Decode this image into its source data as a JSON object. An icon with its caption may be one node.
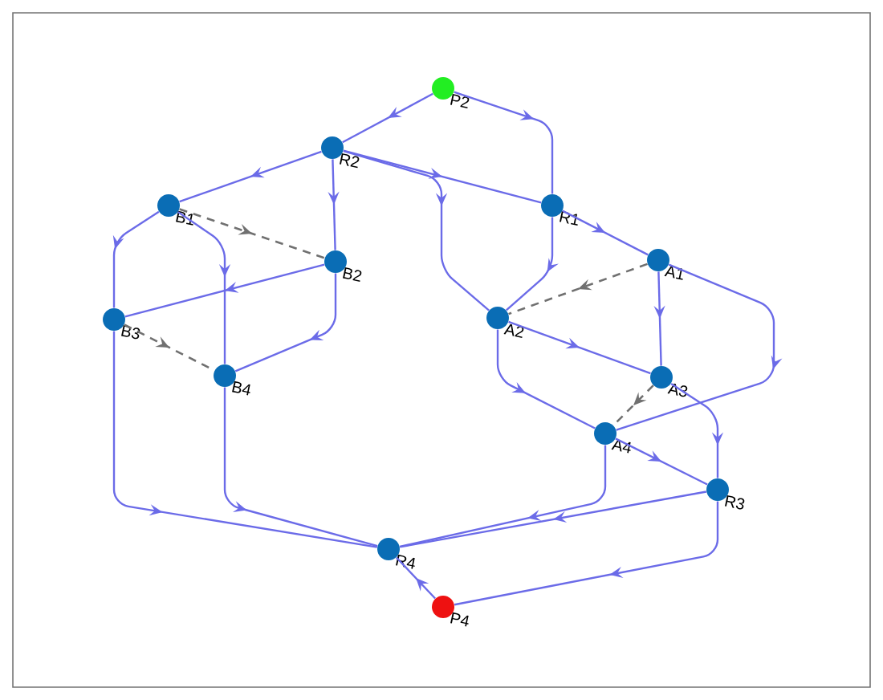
{
  "diagram": {
    "nodes": [
      {
        "text": [],
        "shape": "circle",
        "beside": [
          "P2"
        ]
      },
      {
        "text": [],
        "shape": "circle",
        "beside": [
          "R2"
        ]
      },
      {
        "text": [],
        "shape": "circle",
        "beside": [
          "R1"
        ]
      },
      {
        "text": [],
        "shape": "circle",
        "beside": [
          "B1"
        ]
      },
      {
        "text": [],
        "shape": "circle",
        "beside": [
          "B2"
        ]
      },
      {
        "text": [],
        "shape": "circle",
        "beside": [
          "A1"
        ]
      },
      {
        "text": [],
        "shape": "circle",
        "beside": [
          "B3"
        ]
      },
      {
        "text": [],
        "shape": "circle",
        "beside": [
          "A2"
        ]
      },
      {
        "text": [],
        "shape": "circle",
        "beside": [
          "B4"
        ]
      },
      {
        "text": [],
        "shape": "circle",
        "beside": [
          "A3"
        ]
      },
      {
        "text": [],
        "shape": "circle",
        "beside": [
          "A4"
        ]
      },
      {
        "text": [],
        "shape": "circle",
        "beside": [
          "R3"
        ]
      },
      {
        "text": [],
        "shape": "circle",
        "beside": [
          "R4"
        ]
      },
      {
        "text": [],
        "shape": "circle",
        "beside": [
          "P4"
        ]
      }
    ],
    "edges": [
      {
        "from": 0,
        "to": 1,
        "arrow": "to"
      },
      {
        "from": 0,
        "to": 2,
        "arrow": "to"
      },
      {
        "from": 1,
        "to": 3,
        "arrow": "to"
      },
      {
        "from": 1,
        "to": 4,
        "arrow": "to"
      },
      {
        "from": 1,
        "to": 2,
        "arrow": "to"
      },
      {
        "from": 1,
        "to": 7,
        "arrow": "to"
      },
      {
        "from": 2,
        "to": 7,
        "arrow": "to"
      },
      {
        "from": 2,
        "to": 5,
        "arrow": "to"
      },
      {
        "from": 5,
        "to": 9,
        "arrow": "to"
      },
      {
        "from": 5,
        "to": 10,
        "arrow": "to"
      },
      {
        "from": 5,
        "to": 7,
        "arrow": "to",
        "style": "dashed",
        "color": "#707070"
      },
      {
        "from": 7,
        "to": 9,
        "arrow": "to"
      },
      {
        "from": 7,
        "to": 10,
        "arrow": "to"
      },
      {
        "from": 9,
        "to": 10,
        "arrow": "to",
        "style": "dashed",
        "color": "#707070"
      },
      {
        "from": 9,
        "to": 11,
        "arrow": "to"
      },
      {
        "from": 10,
        "to": 11,
        "arrow": "to"
      },
      {
        "from": 10,
        "to": 12,
        "arrow": "to"
      },
      {
        "from": 11,
        "to": 12,
        "arrow": "to"
      },
      {
        "from": 11,
        "to": 13,
        "arrow": "to"
      },
      {
        "from": 3,
        "to": 4,
        "arrow": "to",
        "style": "dashed",
        "color": "#707070"
      },
      {
        "from": 3,
        "to": 6,
        "arrow": "to"
      },
      {
        "from": 3,
        "to": 8,
        "arrow": "to"
      },
      {
        "from": 4,
        "to": 6,
        "arrow": "to"
      },
      {
        "from": 4,
        "to": 8,
        "arrow": "to"
      },
      {
        "from": 6,
        "to": 8,
        "arrow": "to",
        "style": "dashed",
        "color": "#707070"
      },
      {
        "from": 6,
        "to": 12,
        "arrow": "to"
      },
      {
        "from": 8,
        "to": 12,
        "arrow": "to"
      },
      {
        "from": 13,
        "to": 12,
        "arrow": "to"
      }
    ]
  }
}
